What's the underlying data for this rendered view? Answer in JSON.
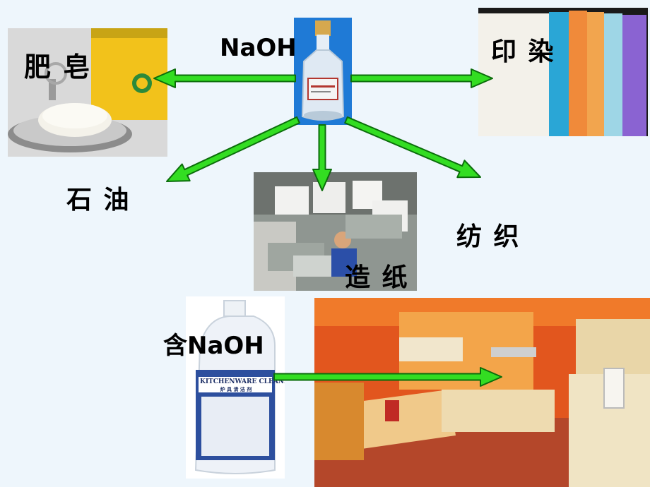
{
  "center": {
    "formula": "NaOH"
  },
  "uses": {
    "soap": "肥 皂",
    "dyeing": "印 染",
    "petroleum": "石 油",
    "textile": "纺 织",
    "paper": "造 纸"
  },
  "cleaner": {
    "formula": "含NaOH",
    "bottle_text": "KITCHENWARE CLEANER",
    "bottle_subtext": "炉 具 清 洁 剂"
  },
  "colors": {
    "arrow_fill": "#33dd22",
    "arrow_stroke": "#0b6d0b",
    "background": "#eef6fc"
  }
}
